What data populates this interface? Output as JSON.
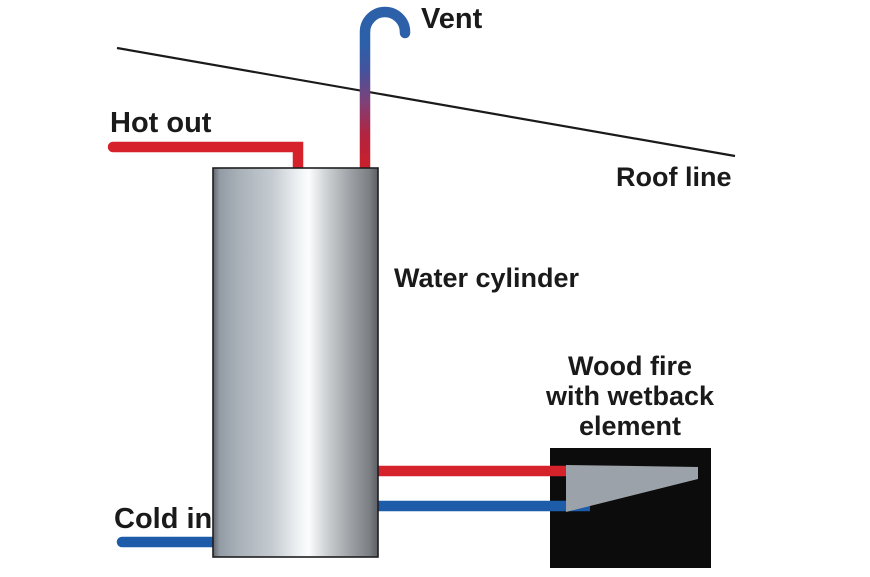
{
  "diagram": {
    "title_semantic": "wetback-water-heating-diagram",
    "labels": {
      "vent": "Vent",
      "hot_out": "Hot out",
      "roof_line": "Roof line",
      "water_cylinder": "Water cylinder",
      "wood_fire_lines": [
        "Wood fire",
        "with wetback",
        "element"
      ],
      "cold_in": "Cold in"
    },
    "colors": {
      "hot_pipe_red": "#d6222a",
      "cold_pipe_blue": "#1d5ca9",
      "vent_blue_top": "#2c60a9",
      "vent_purple_mid": "#7f4178",
      "roof_line_black": "#1a1a1a",
      "firebox_black": "#0c0c0c",
      "wetback_element_gray": "#9ba2a9",
      "cylinder_highlight": "#fbfcfd",
      "cylinder_edge_gray": "#62666c",
      "label_text": "#1a1a1a"
    }
  }
}
